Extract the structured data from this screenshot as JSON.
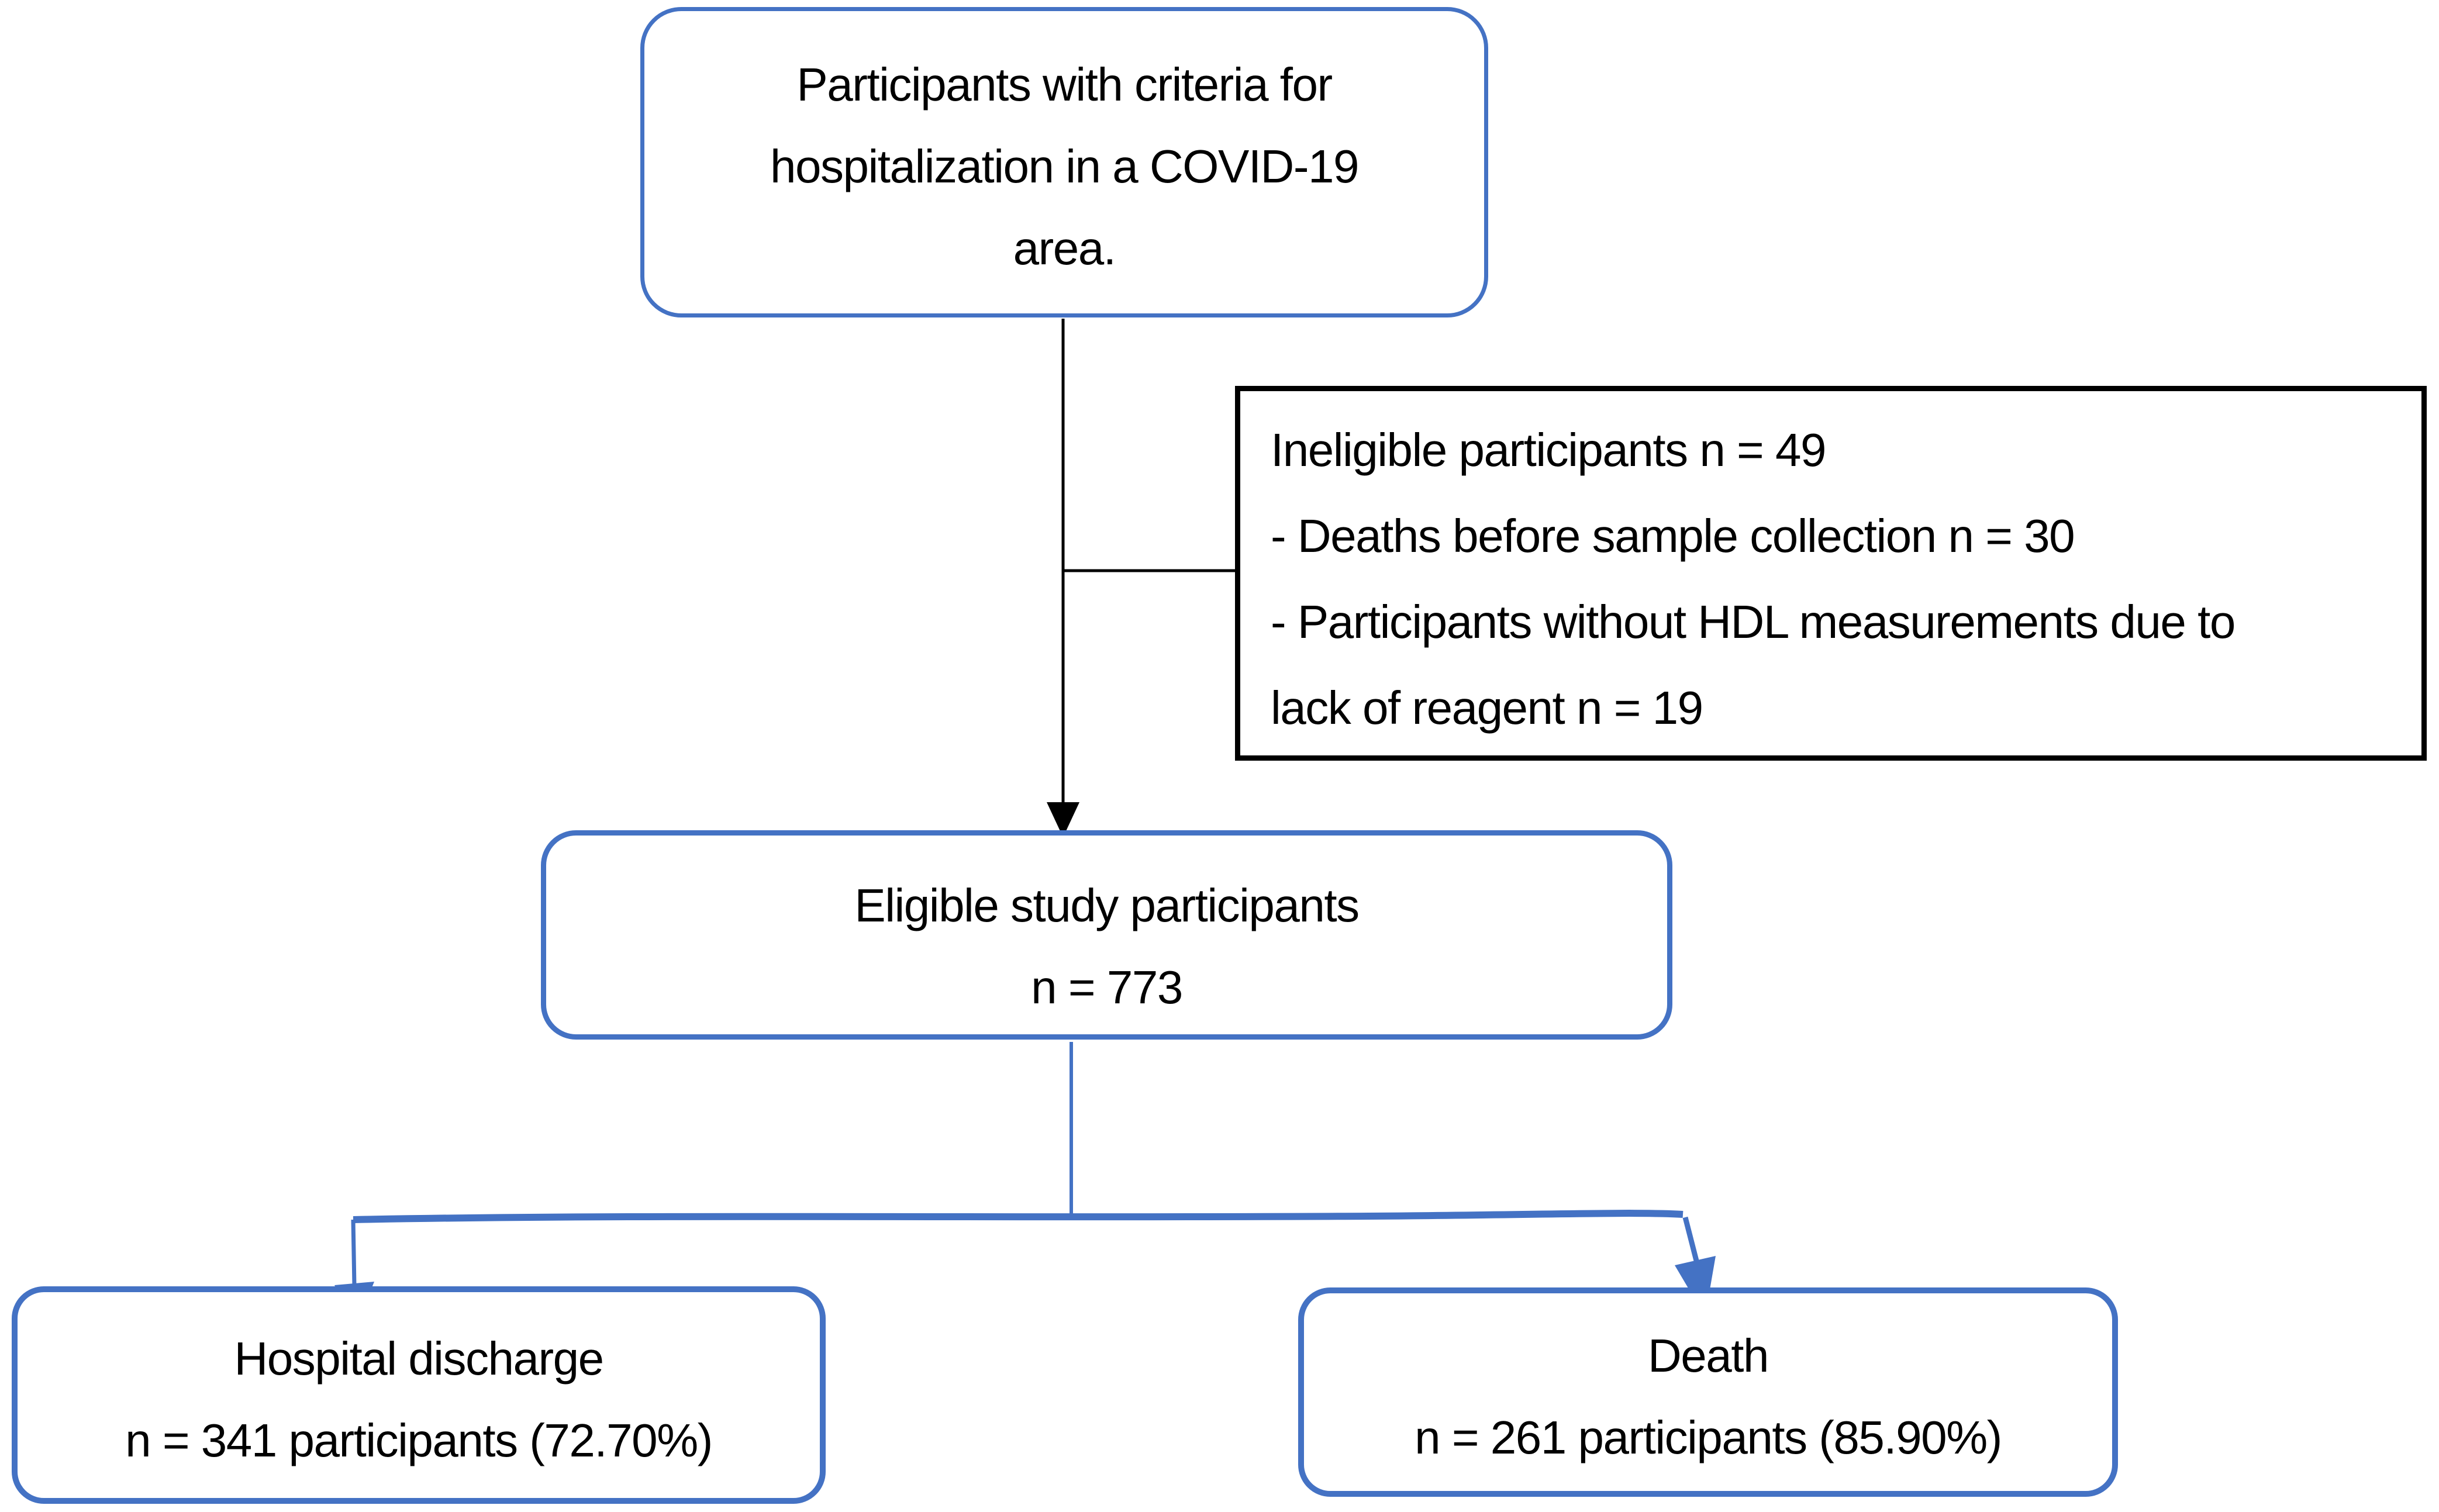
{
  "colors": {
    "accent_blue": "#4472C4",
    "connector_black": "#000000",
    "text": "#000000",
    "background": "#ffffff"
  },
  "flowchart": {
    "top_box": {
      "lines": [
        "Participants with criteria for",
        "hospitalization in a COVID-19",
        "area."
      ]
    },
    "exclusion_box": {
      "lines": [
        "Ineligible participants n = 49",
        "- Deaths before sample collection n = 30",
        "- Participants without HDL measurements due to",
        "lack of reagent n = 19"
      ]
    },
    "eligible_box": {
      "lines": [
        "Eligible study participants",
        "n = 773"
      ]
    },
    "outcome_left_box": {
      "lines": [
        "Hospital discharge",
        "n = 341 participants (72.70%)"
      ]
    },
    "outcome_right_box": {
      "lines": [
        "Death",
        "n = 261 participants (85.90%)"
      ]
    }
  }
}
